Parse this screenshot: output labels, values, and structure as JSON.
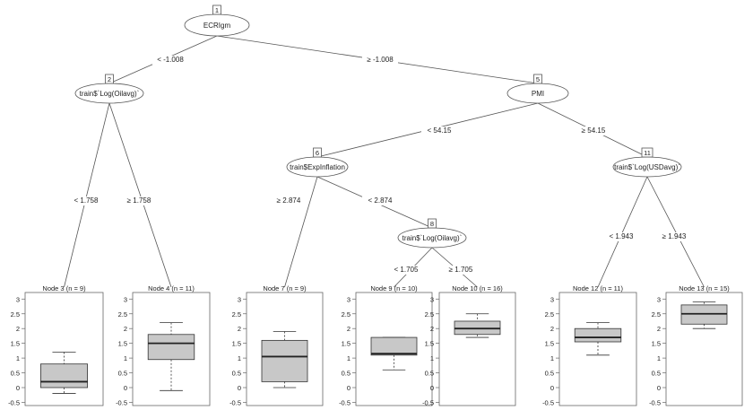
{
  "inner_nodes": [
    {
      "id": "1",
      "label": "ECRIgm"
    },
    {
      "id": "2",
      "label": "train$`Log(Oilavg)`"
    },
    {
      "id": "5",
      "label": "PMI"
    },
    {
      "id": "6",
      "label": "train$ExpInflation"
    },
    {
      "id": "8",
      "label": "train$`Log(Oilavg)`"
    },
    {
      "id": "11",
      "label": "train$`Log(USDavg)`"
    }
  ],
  "edges": [
    {
      "from": "1",
      "to": "2",
      "label": "< -1.008"
    },
    {
      "from": "1",
      "to": "5",
      "label": "≥ -1.008"
    },
    {
      "from": "2",
      "to": "3",
      "label": "< 1.758"
    },
    {
      "from": "2",
      "to": "4",
      "label": "≥ 1.758"
    },
    {
      "from": "5",
      "to": "6",
      "label": "< 54.15"
    },
    {
      "from": "5",
      "to": "11",
      "label": "≥ 54.15"
    },
    {
      "from": "6",
      "to": "7",
      "label": "≥ 2.874"
    },
    {
      "from": "6",
      "to": "8",
      "label": "< 2.874"
    },
    {
      "from": "8",
      "to": "9",
      "label": "< 1.705"
    },
    {
      "from": "8",
      "to": "10",
      "label": "≥ 1.705"
    },
    {
      "from": "11",
      "to": "12",
      "label": "< 1.943"
    },
    {
      "from": "11",
      "to": "13",
      "label": "≥ 1.943"
    }
  ],
  "chart_data": {
    "type": "boxplot",
    "y_ticks": [
      "3",
      "2.5",
      "2",
      "1.5",
      "1",
      "0.5",
      "0",
      "-0.5"
    ],
    "ylim": [
      -0.5,
      3.2
    ],
    "colors": {
      "box": "#c8c8c8",
      "line": "#333333"
    },
    "terminal_nodes": [
      {
        "id": "3",
        "title": "Node 3 (n = 9)",
        "min": -0.2,
        "q1": 0.0,
        "median": 0.2,
        "q3": 0.8,
        "max": 1.2
      },
      {
        "id": "4",
        "title": "Node 4 (n = 11)",
        "min": -0.1,
        "q1": 0.95,
        "median": 1.5,
        "q3": 1.8,
        "max": 2.2
      },
      {
        "id": "7",
        "title": "Node 7 (n = 9)",
        "min": 0.0,
        "q1": 0.2,
        "median": 1.05,
        "q3": 1.6,
        "max": 1.9
      },
      {
        "id": "9",
        "title": "Node 9 (n = 10)",
        "min": 0.6,
        "q1": 1.1,
        "median": 1.15,
        "q3": 1.7,
        "max": 1.7
      },
      {
        "id": "10",
        "title": "Node 10 (n = 16)",
        "min": 1.7,
        "q1": 1.8,
        "median": 2.0,
        "q3": 2.25,
        "max": 2.5
      },
      {
        "id": "12",
        "title": "Node 12 (n = 11)",
        "min": 1.1,
        "q1": 1.55,
        "median": 1.7,
        "q3": 2.0,
        "max": 2.2
      },
      {
        "id": "13",
        "title": "Node 13 (n = 15)",
        "min": 2.0,
        "q1": 2.15,
        "median": 2.5,
        "q3": 2.8,
        "max": 2.9
      }
    ]
  }
}
